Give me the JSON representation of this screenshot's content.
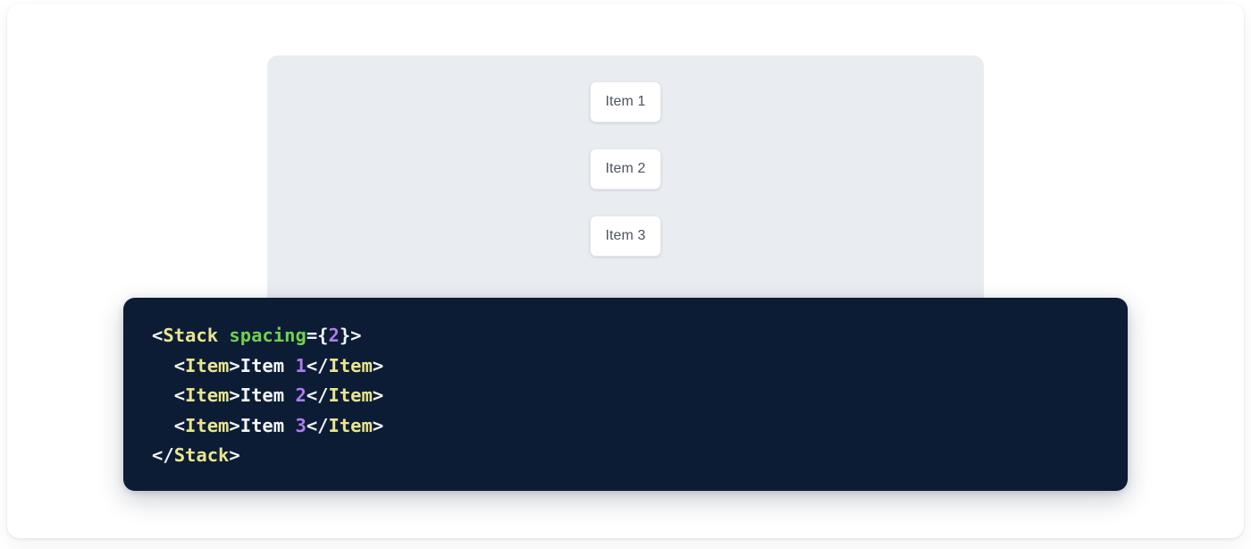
{
  "preview": {
    "panel_name": "component-preview-surface",
    "background_color": "#e9ecf1",
    "stack": {
      "name": "stack-container",
      "direction": "vertical",
      "spacing_value": "2",
      "items": [
        {
          "label": "Item 1"
        },
        {
          "label": "Item 2"
        },
        {
          "label": "Item 3"
        }
      ]
    }
  },
  "code": {
    "background_color": "#0d1c35",
    "language": "jsx",
    "syntax_colors": {
      "tag": "#e9e58c",
      "attribute": "#6fd24e",
      "number": "#ad7cf0",
      "punctuation": "#f2f5fa",
      "text": "#f2f5fa"
    },
    "plain_text": "<Stack spacing={2}>\n  <Item>Item 1</Item>\n  <Item>Item 2</Item>\n  <Item>Item 3</Item>\n</Stack>",
    "lines": [
      {
        "indent": "",
        "tokens": [
          {
            "t": "<",
            "k": "punct"
          },
          {
            "t": "Stack",
            "k": "tag"
          },
          {
            "t": " ",
            "k": "text"
          },
          {
            "t": "spacing",
            "k": "attr"
          },
          {
            "t": "={",
            "k": "punct"
          },
          {
            "t": "2",
            "k": "num"
          },
          {
            "t": "}>",
            "k": "punct"
          }
        ]
      },
      {
        "indent": "  ",
        "tokens": [
          {
            "t": "<",
            "k": "punct"
          },
          {
            "t": "Item",
            "k": "tag"
          },
          {
            "t": ">",
            "k": "punct"
          },
          {
            "t": "Item ",
            "k": "text"
          },
          {
            "t": "1",
            "k": "num"
          },
          {
            "t": "</",
            "k": "punct"
          },
          {
            "t": "Item",
            "k": "tag"
          },
          {
            "t": ">",
            "k": "punct"
          }
        ]
      },
      {
        "indent": "  ",
        "tokens": [
          {
            "t": "<",
            "k": "punct"
          },
          {
            "t": "Item",
            "k": "tag"
          },
          {
            "t": ">",
            "k": "punct"
          },
          {
            "t": "Item ",
            "k": "text"
          },
          {
            "t": "2",
            "k": "num"
          },
          {
            "t": "</",
            "k": "punct"
          },
          {
            "t": "Item",
            "k": "tag"
          },
          {
            "t": ">",
            "k": "punct"
          }
        ]
      },
      {
        "indent": "  ",
        "tokens": [
          {
            "t": "<",
            "k": "punct"
          },
          {
            "t": "Item",
            "k": "tag"
          },
          {
            "t": ">",
            "k": "punct"
          },
          {
            "t": "Item ",
            "k": "text"
          },
          {
            "t": "3",
            "k": "num"
          },
          {
            "t": "</",
            "k": "punct"
          },
          {
            "t": "Item",
            "k": "tag"
          },
          {
            "t": ">",
            "k": "punct"
          }
        ]
      },
      {
        "indent": "",
        "tokens": [
          {
            "t": "</",
            "k": "punct"
          },
          {
            "t": "Stack",
            "k": "tag"
          },
          {
            "t": ">",
            "k": "punct"
          }
        ]
      }
    ]
  }
}
